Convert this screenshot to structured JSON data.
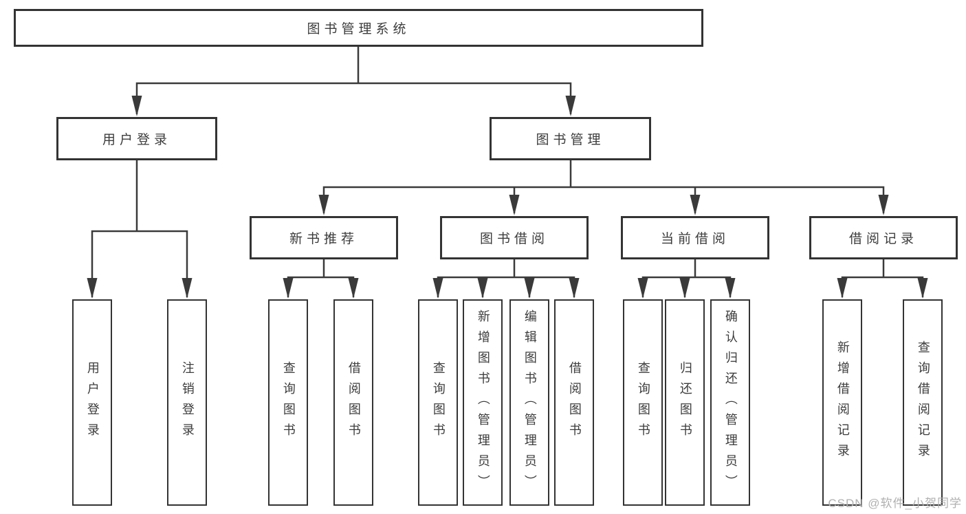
{
  "nodes": {
    "root": "图书管理系统",
    "level2": [
      "用户登录",
      "图书管理"
    ],
    "level3": [
      "新书推荐",
      "图书借阅",
      "当前借阅",
      "借阅记录"
    ],
    "leaves": [
      "用户登录",
      "注销登录",
      "查询图书",
      "借阅图书",
      "查询图书",
      "新增图书（管理员）",
      "编辑图书（管理员）",
      "借阅图书",
      "查询图书",
      "归还图书",
      "确认归还（管理员）",
      "新增借阅记录",
      "查询借阅记录"
    ]
  },
  "watermark": "CSDN @软件_小贺同学",
  "colors": {
    "line": "#3a3a3a",
    "box_border": "#333333",
    "text": "#3c3c3c",
    "watermark": "#b0b0b0",
    "background": "#ffffff"
  }
}
